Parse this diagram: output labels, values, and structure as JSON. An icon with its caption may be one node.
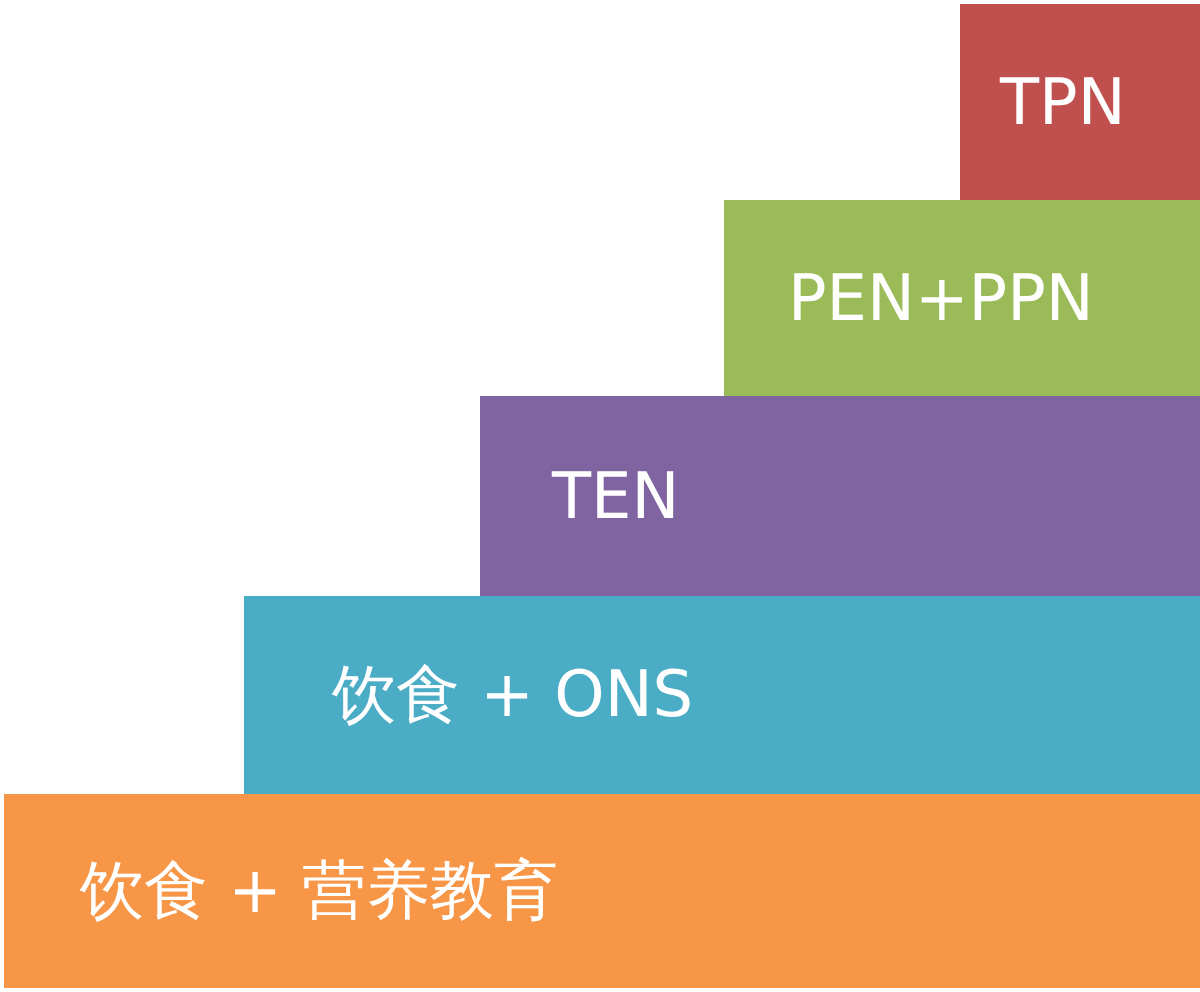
{
  "diagram": {
    "nodes": [
      {
        "text": [
          "TPN"
        ]
      },
      {
        "text": [
          "PEN+PPN"
        ]
      },
      {
        "text": [
          "TEN"
        ]
      },
      {
        "text": [
          "饮食 + ONS"
        ]
      },
      {
        "text": [
          "饮食 + 营养教育"
        ]
      }
    ]
  }
}
